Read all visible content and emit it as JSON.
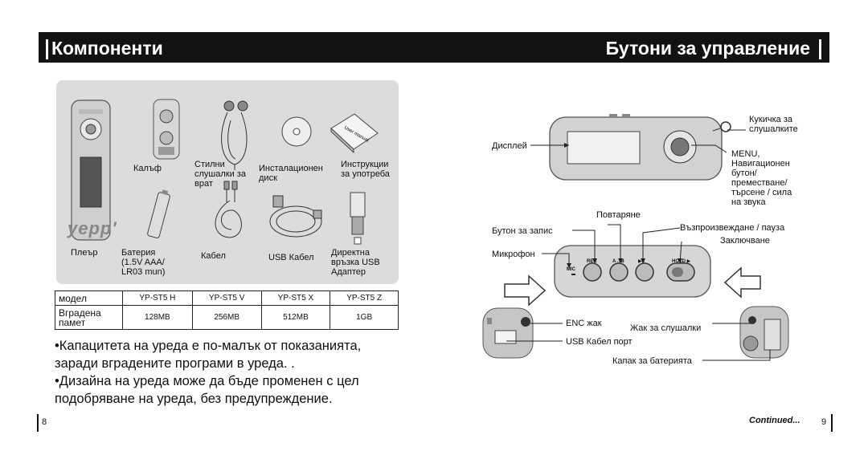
{
  "header": {
    "left_title": "Компоненти",
    "right_title": "Бутони за управление"
  },
  "components": {
    "brand_logo": "yepp'",
    "items": [
      {
        "label": "Плеър"
      },
      {
        "label": "Калъф"
      },
      {
        "label": "Стилни слушалки за врат"
      },
      {
        "label": "Инсталационен диск"
      },
      {
        "label": "Инструкции за употреба"
      },
      {
        "label": "Батерия (1.5V AAA/ LR03 mun)"
      },
      {
        "label": "Кабел"
      },
      {
        "label": "USB Кабел"
      },
      {
        "label": "Директна връзка USB Адаптер"
      }
    ],
    "manual_cover_text": "User manual"
  },
  "spec_table": {
    "model_label": "модел",
    "memory_label": "Вградена памет",
    "models": [
      "YP-ST5 H",
      "YP-ST5 V",
      "YP-ST5 X",
      "YP-ST5 Z"
    ],
    "memory": [
      "128MB",
      "256MB",
      "512MB",
      "1GB"
    ]
  },
  "notes": [
    "Капацитета на уреда е по-малък от показанията, заради вградените програми в уреда. .",
    "Дизайна на уреда може да бъде променен с цел подобряване на уреда, без предупреждение."
  ],
  "controls": {
    "labels": {
      "display": "Дисплей",
      "earphone_hook": "Кукичка за слушалките",
      "menu": "MENU, Навигационен бутон/ преместване/ търсене / сила на звука",
      "repeat": "Повтаряне",
      "record_button": "Бутон за запис",
      "play_pause": "Възпроизвеждане / пауза",
      "hold": "Заключване",
      "microphone": "Микрофон",
      "enc_jack": "ENC жак",
      "earphone_jack": "Жак за слушалки",
      "usb_port": "USB Кабел порт",
      "battery_cover": "Капак за батерията"
    },
    "device_buttons": {
      "mic": "MIC",
      "rec": "REC",
      "ab": "A↔B",
      "play": "▶II",
      "hold": "HOLD ▶"
    }
  },
  "footer": {
    "left_page": "8",
    "right_page": "9",
    "continued": "Continued..."
  }
}
